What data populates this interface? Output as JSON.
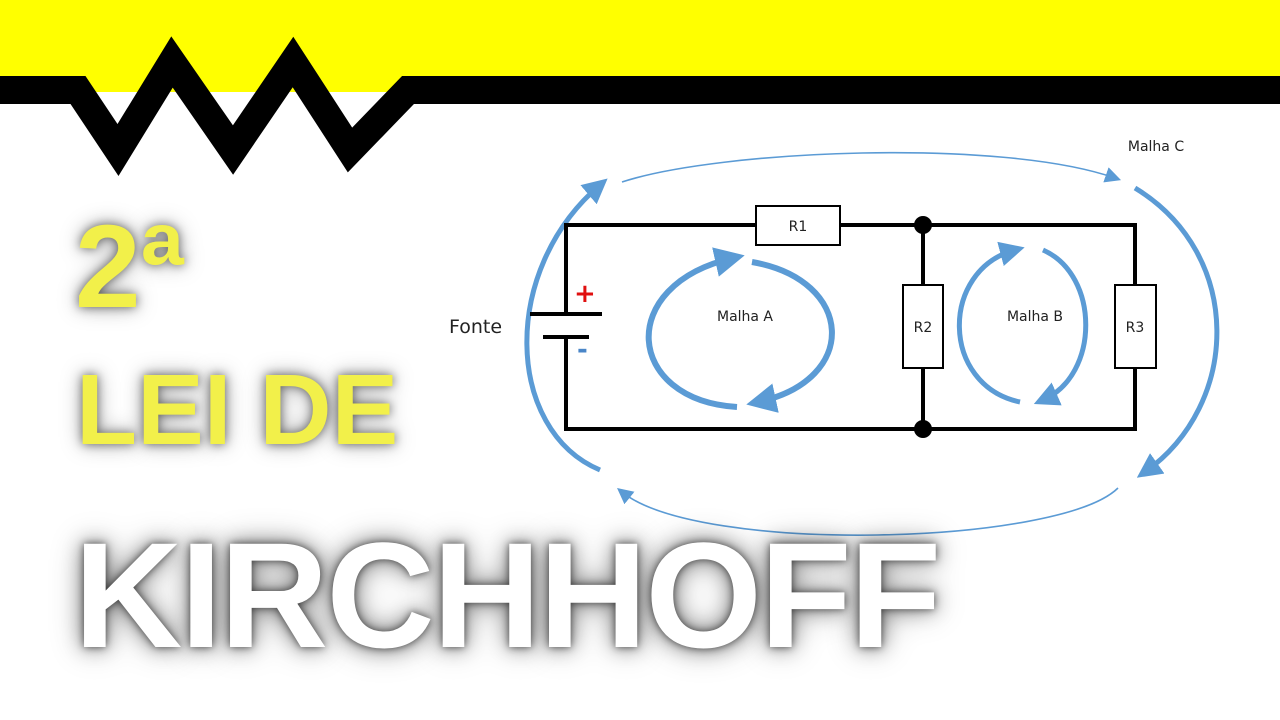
{
  "title": {
    "ordinal": "2ª",
    "line2": "LEI DE",
    "line3": "KIRCHHOFF"
  },
  "circuit": {
    "source_label": "Fonte",
    "plus_sign": "+",
    "minus_sign": "-",
    "resistors": [
      "R1",
      "R2",
      "R3"
    ],
    "meshes": [
      "Malha A",
      "Malha B",
      "Malha C"
    ]
  },
  "colors": {
    "banner_yellow": "#ffff00",
    "zigzag_black": "#000000",
    "title_yellow": "#f2f04a",
    "arrow_blue": "#5b9bd5",
    "plus_red": "#e01010",
    "minus_blue": "#4a86c8"
  }
}
